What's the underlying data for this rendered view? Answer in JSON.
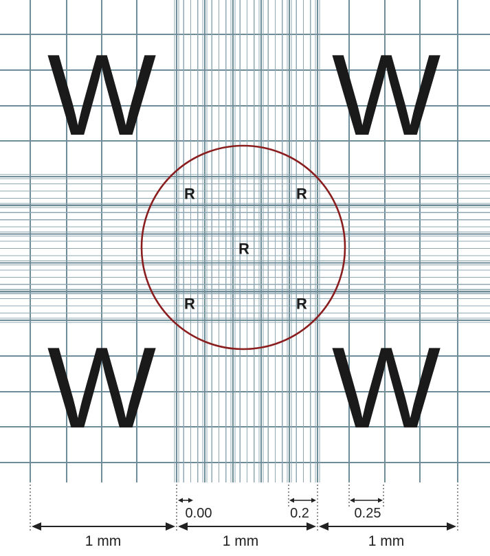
{
  "colors": {
    "grid": "#7f9aa6",
    "circle": "#8a1e1e",
    "text": "#1a1a1a"
  },
  "corner_squares": {
    "top_left": "W",
    "top_right": "W",
    "bottom_left": "W",
    "bottom_right": "W"
  },
  "center_squares": {
    "top_left": "R",
    "top_right": "R",
    "center": "R",
    "bottom_left": "R",
    "bottom_right": "R"
  },
  "measurements": {
    "fine_spacing": "0.00",
    "triple_spacing": "0.2",
    "large_spacing": "0.25",
    "left_square": "1 mm",
    "center_square": "1 mm",
    "right_square": "1 mm"
  }
}
